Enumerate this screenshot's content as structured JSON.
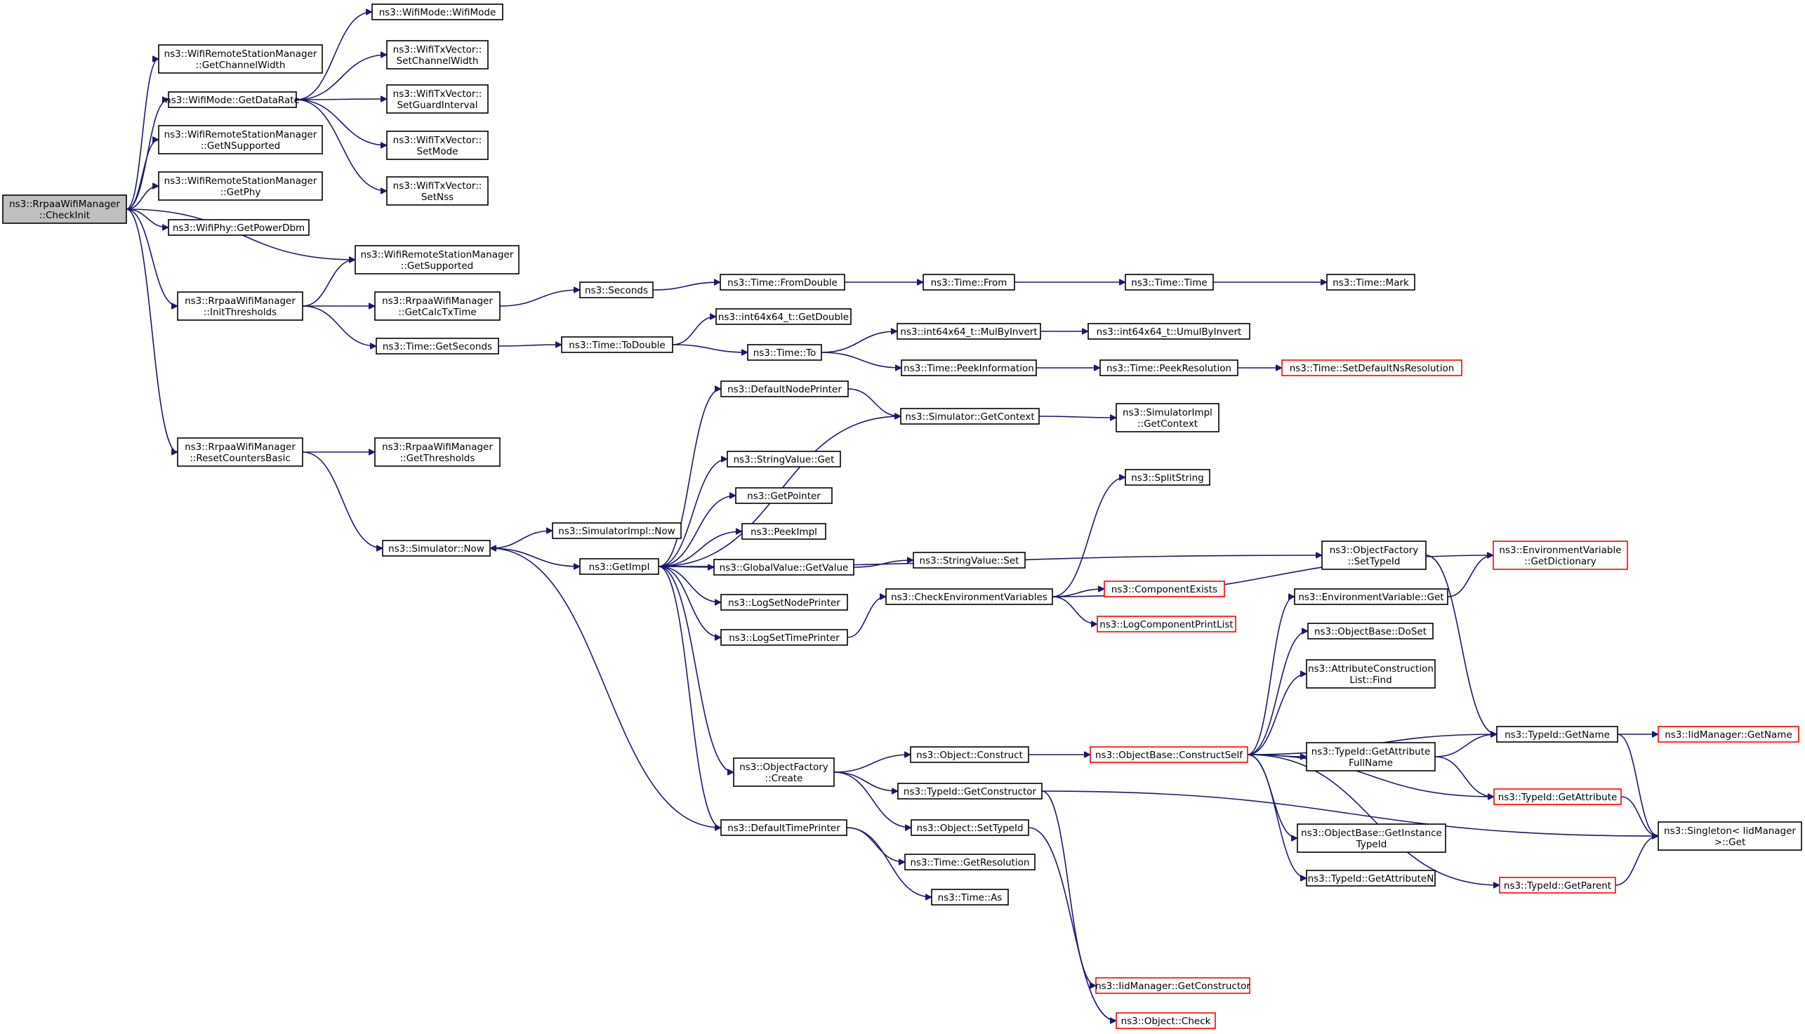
{
  "nodes": [
    {
      "id": "root",
      "lines": [
        "ns3::RrpaaWifiManager",
        "::CheckInit"
      ],
      "style": "root",
      "interactable": true
    },
    {
      "id": "n1",
      "lines": [
        "ns3::WifiRemoteStationManager",
        "::GetChannelWidth"
      ],
      "style": "normal"
    },
    {
      "id": "n2",
      "lines": [
        "ns3::WifiMode::GetDataRate"
      ],
      "style": "normal"
    },
    {
      "id": "n3",
      "lines": [
        "ns3::WifiRemoteStationManager",
        "::GetNSupported"
      ],
      "style": "normal"
    },
    {
      "id": "n4",
      "lines": [
        "ns3::WifiRemoteStationManager",
        "::GetPhy"
      ],
      "style": "normal"
    },
    {
      "id": "n5",
      "lines": [
        "ns3::WifiPhy::GetPowerDbm"
      ],
      "style": "normal"
    },
    {
      "id": "n6",
      "lines": [
        "ns3::WifiRemoteStationManager",
        "::GetSupported"
      ],
      "style": "normal"
    },
    {
      "id": "n7",
      "lines": [
        "ns3::RrpaaWifiManager",
        "::InitThresholds"
      ],
      "style": "normal"
    },
    {
      "id": "n8",
      "lines": [
        "ns3::RrpaaWifiManager",
        "::ResetCountersBasic"
      ],
      "style": "normal"
    },
    {
      "id": "n9",
      "lines": [
        "ns3::WifiMode::WifiMode"
      ],
      "style": "normal"
    },
    {
      "id": "n10",
      "lines": [
        "ns3::WifiTxVector::",
        "SetChannelWidth"
      ],
      "style": "normal"
    },
    {
      "id": "n11",
      "lines": [
        "ns3::WifiTxVector::",
        "SetGuardInterval"
      ],
      "style": "normal"
    },
    {
      "id": "n12",
      "lines": [
        "ns3::WifiTxVector::",
        "SetMode"
      ],
      "style": "normal"
    },
    {
      "id": "n13",
      "lines": [
        "ns3::WifiTxVector::",
        "SetNss"
      ],
      "style": "normal"
    },
    {
      "id": "n14",
      "lines": [
        "ns3::RrpaaWifiManager",
        "::GetCalcTxTime"
      ],
      "style": "normal"
    },
    {
      "id": "n15",
      "lines": [
        "ns3::Time::GetSeconds"
      ],
      "style": "normal"
    },
    {
      "id": "n16",
      "lines": [
        "ns3::RrpaaWifiManager",
        "::GetThresholds"
      ],
      "style": "normal"
    },
    {
      "id": "n17",
      "lines": [
        "ns3::Simulator::Now"
      ],
      "style": "normal"
    },
    {
      "id": "n18",
      "lines": [
        "ns3::Seconds"
      ],
      "style": "normal"
    },
    {
      "id": "n19",
      "lines": [
        "ns3::Time::ToDouble"
      ],
      "style": "normal"
    },
    {
      "id": "n20",
      "lines": [
        "ns3::SimulatorImpl::Now"
      ],
      "style": "normal"
    },
    {
      "id": "n21",
      "lines": [
        "ns3::GetImpl"
      ],
      "style": "normal"
    },
    {
      "id": "n22",
      "lines": [
        "ns3::Time::FromDouble"
      ],
      "style": "normal"
    },
    {
      "id": "n23",
      "lines": [
        "ns3::int64x64_t::GetDouble"
      ],
      "style": "normal"
    },
    {
      "id": "n24",
      "lines": [
        "ns3::Time::To"
      ],
      "style": "normal"
    },
    {
      "id": "n25",
      "lines": [
        "ns3::DefaultNodePrinter"
      ],
      "style": "normal"
    },
    {
      "id": "n26",
      "lines": [
        "ns3::StringValue::Get"
      ],
      "style": "normal"
    },
    {
      "id": "n27",
      "lines": [
        "ns3::GetPointer"
      ],
      "style": "normal"
    },
    {
      "id": "n28",
      "lines": [
        "ns3::PeekImpl"
      ],
      "style": "normal"
    },
    {
      "id": "n29",
      "lines": [
        "ns3::GlobalValue::GetValue"
      ],
      "style": "normal"
    },
    {
      "id": "n30",
      "lines": [
        "ns3::LogSetNodePrinter"
      ],
      "style": "normal"
    },
    {
      "id": "n31",
      "lines": [
        "ns3::LogSetTimePrinter"
      ],
      "style": "normal"
    },
    {
      "id": "n32",
      "lines": [
        "ns3::ObjectFactory",
        "::Create"
      ],
      "style": "normal"
    },
    {
      "id": "n33",
      "lines": [
        "ns3::DefaultTimePrinter"
      ],
      "style": "normal"
    },
    {
      "id": "n34",
      "lines": [
        "ns3::Time::From"
      ],
      "style": "normal"
    },
    {
      "id": "n35",
      "lines": [
        "ns3::int64x64_t::MulByInvert"
      ],
      "style": "normal"
    },
    {
      "id": "n36",
      "lines": [
        "ns3::Time::PeekInformation"
      ],
      "style": "normal"
    },
    {
      "id": "n37",
      "lines": [
        "ns3::Simulator::GetContext"
      ],
      "style": "normal"
    },
    {
      "id": "n38",
      "lines": [
        "ns3::StringValue::Set"
      ],
      "style": "normal"
    },
    {
      "id": "n39",
      "lines": [
        "ns3::CheckEnvironmentVariables"
      ],
      "style": "normal"
    },
    {
      "id": "n40",
      "lines": [
        "ns3::Object::Construct"
      ],
      "style": "normal"
    },
    {
      "id": "n41",
      "lines": [
        "ns3::TypeId::GetConstructor"
      ],
      "style": "normal"
    },
    {
      "id": "n42",
      "lines": [
        "ns3::Object::SetTypeId"
      ],
      "style": "normal"
    },
    {
      "id": "n43",
      "lines": [
        "ns3::Time::GetResolution"
      ],
      "style": "normal"
    },
    {
      "id": "n44",
      "lines": [
        "ns3::Time::As"
      ],
      "style": "normal"
    },
    {
      "id": "n45",
      "lines": [
        "ns3::Time::Time"
      ],
      "style": "normal"
    },
    {
      "id": "n46",
      "lines": [
        "ns3::int64x64_t::UmulByInvert"
      ],
      "style": "normal"
    },
    {
      "id": "n47",
      "lines": [
        "ns3::Time::PeekResolution"
      ],
      "style": "normal"
    },
    {
      "id": "n48",
      "lines": [
        "ns3::SimulatorImpl",
        "::GetContext"
      ],
      "style": "normal"
    },
    {
      "id": "n49",
      "lines": [
        "ns3::SplitString"
      ],
      "style": "normal"
    },
    {
      "id": "n50",
      "lines": [
        "ns3::ComponentExists"
      ],
      "style": "red"
    },
    {
      "id": "n51",
      "lines": [
        "ns3::LogComponentPrintList"
      ],
      "style": "red"
    },
    {
      "id": "n52",
      "lines": [
        "ns3::ObjectBase::ConstructSelf"
      ],
      "style": "red"
    },
    {
      "id": "n53",
      "lines": [
        "ns3::IidManager::GetConstructor"
      ],
      "style": "red"
    },
    {
      "id": "n54",
      "lines": [
        "ns3::Object::Check"
      ],
      "style": "red"
    },
    {
      "id": "n55",
      "lines": [
        "ns3::Time::Mark"
      ],
      "style": "normal"
    },
    {
      "id": "n56",
      "lines": [
        "ns3::Time::SetDefaultNsResolution"
      ],
      "style": "red"
    },
    {
      "id": "n57",
      "lines": [
        "ns3::ObjectFactory",
        "::SetTypeId"
      ],
      "style": "normal"
    },
    {
      "id": "n58",
      "lines": [
        "ns3::EnvironmentVariable::Get"
      ],
      "style": "normal"
    },
    {
      "id": "n59",
      "lines": [
        "ns3::ObjectBase::DoSet"
      ],
      "style": "normal"
    },
    {
      "id": "n60",
      "lines": [
        "ns3::AttributeConstruction",
        "List::Find"
      ],
      "style": "normal"
    },
    {
      "id": "n61",
      "lines": [
        "ns3::TypeId::GetAttribute",
        "FullName"
      ],
      "style": "normal"
    },
    {
      "id": "n62",
      "lines": [
        "ns3::ObjectBase::GetInstance",
        "TypeId"
      ],
      "style": "normal"
    },
    {
      "id": "n63",
      "lines": [
        "ns3::TypeId::GetAttributeN"
      ],
      "style": "normal"
    },
    {
      "id": "n64",
      "lines": [
        "ns3::EnvironmentVariable",
        "::GetDictionary"
      ],
      "style": "red"
    },
    {
      "id": "n65",
      "lines": [
        "ns3::TypeId::GetName"
      ],
      "style": "normal"
    },
    {
      "id": "n66",
      "lines": [
        "ns3::TypeId::GetAttribute"
      ],
      "style": "red"
    },
    {
      "id": "n67",
      "lines": [
        "ns3::TypeId::GetParent"
      ],
      "style": "red"
    },
    {
      "id": "n68",
      "lines": [
        "ns3::IidManager::GetName"
      ],
      "style": "red"
    },
    {
      "id": "n69",
      "lines": [
        "ns3::Singleton< IidManager",
        ">::Get"
      ],
      "style": "normal"
    }
  ],
  "edges": [
    [
      "root",
      "n1"
    ],
    [
      "root",
      "n2"
    ],
    [
      "root",
      "n3"
    ],
    [
      "root",
      "n4"
    ],
    [
      "root",
      "n5"
    ],
    [
      "root",
      "n6"
    ],
    [
      "root",
      "n7"
    ],
    [
      "root",
      "n8"
    ],
    [
      "n2",
      "n9"
    ],
    [
      "n2",
      "n10"
    ],
    [
      "n2",
      "n11"
    ],
    [
      "n2",
      "n12"
    ],
    [
      "n2",
      "n13"
    ],
    [
      "n7",
      "n6"
    ],
    [
      "n7",
      "n14"
    ],
    [
      "n7",
      "n15"
    ],
    [
      "n14",
      "n18"
    ],
    [
      "n18",
      "n22"
    ],
    [
      "n22",
      "n34"
    ],
    [
      "n34",
      "n45"
    ],
    [
      "n45",
      "n55"
    ],
    [
      "n15",
      "n19"
    ],
    [
      "n19",
      "n23"
    ],
    [
      "n19",
      "n24"
    ],
    [
      "n24",
      "n35"
    ],
    [
      "n24",
      "n36"
    ],
    [
      "n35",
      "n46"
    ],
    [
      "n36",
      "n47"
    ],
    [
      "n47",
      "n56"
    ],
    [
      "n8",
      "n16"
    ],
    [
      "n8",
      "n17"
    ],
    [
      "n17",
      "n20"
    ],
    [
      "n17",
      "n21"
    ],
    [
      "n21",
      "n25"
    ],
    [
      "n21",
      "n37"
    ],
    [
      "n21",
      "n26"
    ],
    [
      "n21",
      "n27"
    ],
    [
      "n21",
      "n28"
    ],
    [
      "n21",
      "n29"
    ],
    [
      "n21",
      "n30"
    ],
    [
      "n21",
      "n31"
    ],
    [
      "n21",
      "n57"
    ],
    [
      "n21",
      "n32"
    ],
    [
      "n21",
      "n33"
    ],
    [
      "n25",
      "n37"
    ],
    [
      "n37",
      "n48"
    ],
    [
      "n29",
      "n38"
    ],
    [
      "n31",
      "n39"
    ],
    [
      "n39",
      "n49"
    ],
    [
      "n39",
      "n50"
    ],
    [
      "n39",
      "n51"
    ],
    [
      "n39",
      "n64"
    ],
    [
      "n33",
      "n17"
    ],
    [
      "n33",
      "n43"
    ],
    [
      "n33",
      "n44"
    ],
    [
      "n32",
      "n40"
    ],
    [
      "n32",
      "n41"
    ],
    [
      "n32",
      "n42"
    ],
    [
      "n40",
      "n52"
    ],
    [
      "n41",
      "n53"
    ],
    [
      "n41",
      "n69"
    ],
    [
      "n42",
      "n54"
    ],
    [
      "n52",
      "n58"
    ],
    [
      "n52",
      "n59"
    ],
    [
      "n52",
      "n60"
    ],
    [
      "n52",
      "n61"
    ],
    [
      "n52",
      "n65"
    ],
    [
      "n52",
      "n66"
    ],
    [
      "n52",
      "n62"
    ],
    [
      "n52",
      "n63"
    ],
    [
      "n52",
      "n67"
    ],
    [
      "n57",
      "n65"
    ],
    [
      "n58",
      "n64"
    ],
    [
      "n61",
      "n65"
    ],
    [
      "n61",
      "n66"
    ],
    [
      "n65",
      "n68"
    ],
    [
      "n65",
      "n69"
    ],
    [
      "n66",
      "n69"
    ],
    [
      "n67",
      "n69"
    ]
  ]
}
